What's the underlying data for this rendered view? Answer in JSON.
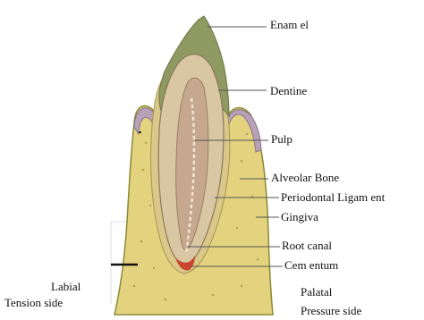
{
  "labels": {
    "enamel": "Enam el",
    "dentine": "Dentine",
    "pulp": "Pulp",
    "alveolar_bone": "Alveolar Bone",
    "periodontal_ligament": "Periodontal Ligam ent",
    "gingiva": "Gingiva",
    "root_canal": "Root canal",
    "cementum": "Cem entum",
    "labial": "Labial",
    "tension_side": "Tension side",
    "palatal": "Palatal",
    "pressure_side": "Pressure  side"
  },
  "colors": {
    "bone": "#e3d27e",
    "bone_outline": "#8b8a36",
    "enamel": "#8f9a63",
    "dentine": "#d8c7a2",
    "pulp": "#c6a88e",
    "gingiva": "#b7a2b8",
    "root_apex": "#c8452f",
    "leader_line": "#555555"
  }
}
